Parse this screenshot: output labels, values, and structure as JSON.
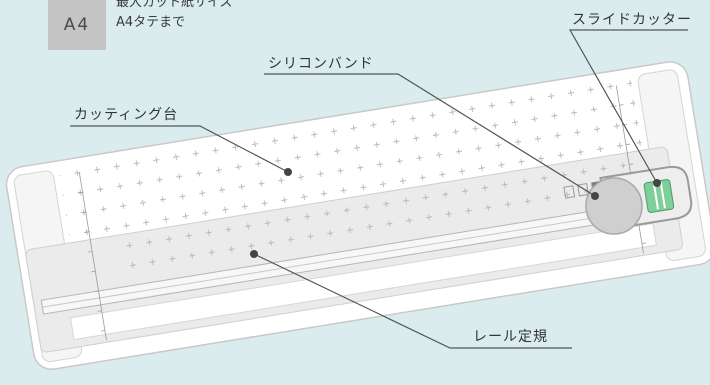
{
  "size_badge": "A4",
  "spec_lines": [
    "最大カット紙サイズ",
    "A4タテまで"
  ],
  "labels": {
    "slide_cutter": "スライドカッター",
    "silicone_band": "シリコンバンド",
    "cutting_base": "カッティング台",
    "rail_ruler": "レール定規"
  },
  "colors": {
    "background": "#dbecef",
    "base": "#ffffff",
    "panel": "#ebebeb",
    "leader": "#555555",
    "cutter": "#cfcfcf",
    "cutter_window": "#7fcf9b",
    "badge": "#c4c4c4"
  }
}
